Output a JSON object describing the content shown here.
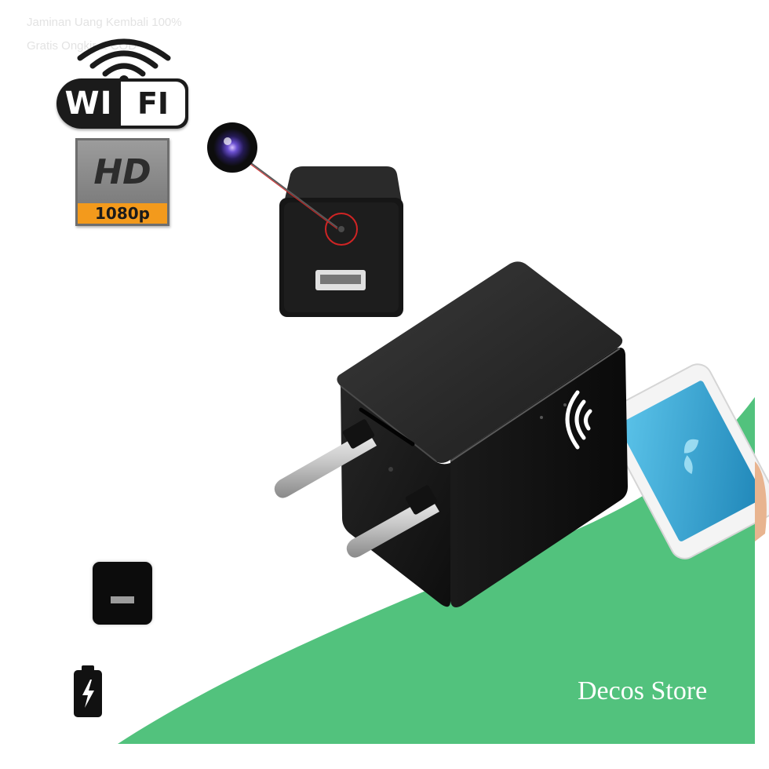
{
  "watermark": {
    "line1": "Jaminan Uang Kembali 100%",
    "line2": "Gratis Ongkir & COD"
  },
  "wifi_badge": {
    "left_text": "WI",
    "right_text": "FI"
  },
  "hd_badge": {
    "top_text": "HD",
    "bottom_text": "1080p"
  },
  "store": {
    "name": "Decos Store"
  },
  "colors": {
    "accent_green": "#52c27d",
    "device_black": "#151515",
    "hd_orange": "#f39a1c",
    "lens_blue": "#3a2f88",
    "phone_screen": "#3aa6d6"
  },
  "icons": [
    "wifi-icon",
    "hd-1080p-badge",
    "camera-lens-icon",
    "usb-port-icon",
    "battery-charging-icon",
    "wireless-signal-icon"
  ]
}
